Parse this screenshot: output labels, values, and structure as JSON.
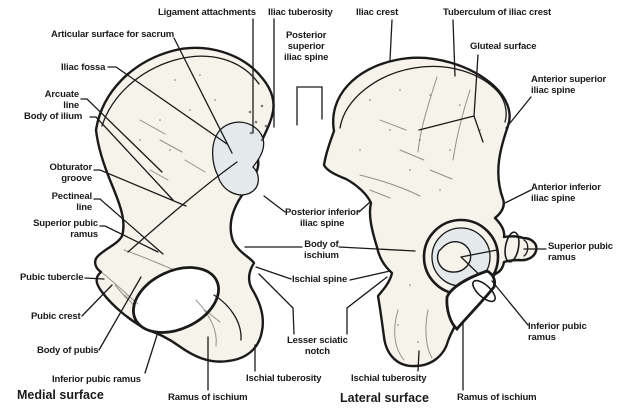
{
  "titles": {
    "medial": "Medial surface",
    "lateral": "Lateral surface"
  },
  "labels": {
    "ligament_attachments": "Ligament attachments",
    "iliac_tuberosity": "Iliac tuberosity",
    "iliac_crest": "Iliac crest",
    "tuberculum_of_iliac_crest": "Tuberculum of iliac crest",
    "articular_surface_for_sacrum": "Articular surface for sacrum",
    "posterior_superior_iliac_spine": "Posterior\nsuperior\niliac spine",
    "gluteal_surface": "Gluteal surface",
    "anterior_superior_iliac_spine": "Anterior superior\niliac spine",
    "iliac_fossa": "Iliac fossa",
    "arcuate_line": "Arcuate\nline",
    "body_of_ilium": "Body of ilium",
    "anterior_inferior_iliac_spine": "Anterior inferior\niliac spine",
    "obturator_groove": "Obturator\ngroove",
    "pectineal_line": "Pectineal\nline",
    "superior_pubic_ramus": "Superior pubic\nramus",
    "posterior_inferior_iliac_spine": "Posterior inferior\niliac spine",
    "body_of_ischium": "Body of\nischium",
    "ischial_spine": "Ischial spine",
    "pubic_tubercle": "Pubic tubercle",
    "pubic_crest": "Pubic crest",
    "body_of_pubis": "Body of pubis",
    "lesser_sciatic_notch": "Lesser sciatic\nnotch",
    "inferior_pubic_ramus_left": "Inferior pubic ramus",
    "inferior_pubic_ramus_right": "Inferior pubic\nramus",
    "ischial_tuberosity": "Ischial tuberosity",
    "ramus_of_ischium": "Ramus of ischium"
  },
  "colors": {
    "bone": "#f6f3ea",
    "shade": "#e4e9ec",
    "ink": "#1a1a1a",
    "bg": "#ffffff"
  }
}
